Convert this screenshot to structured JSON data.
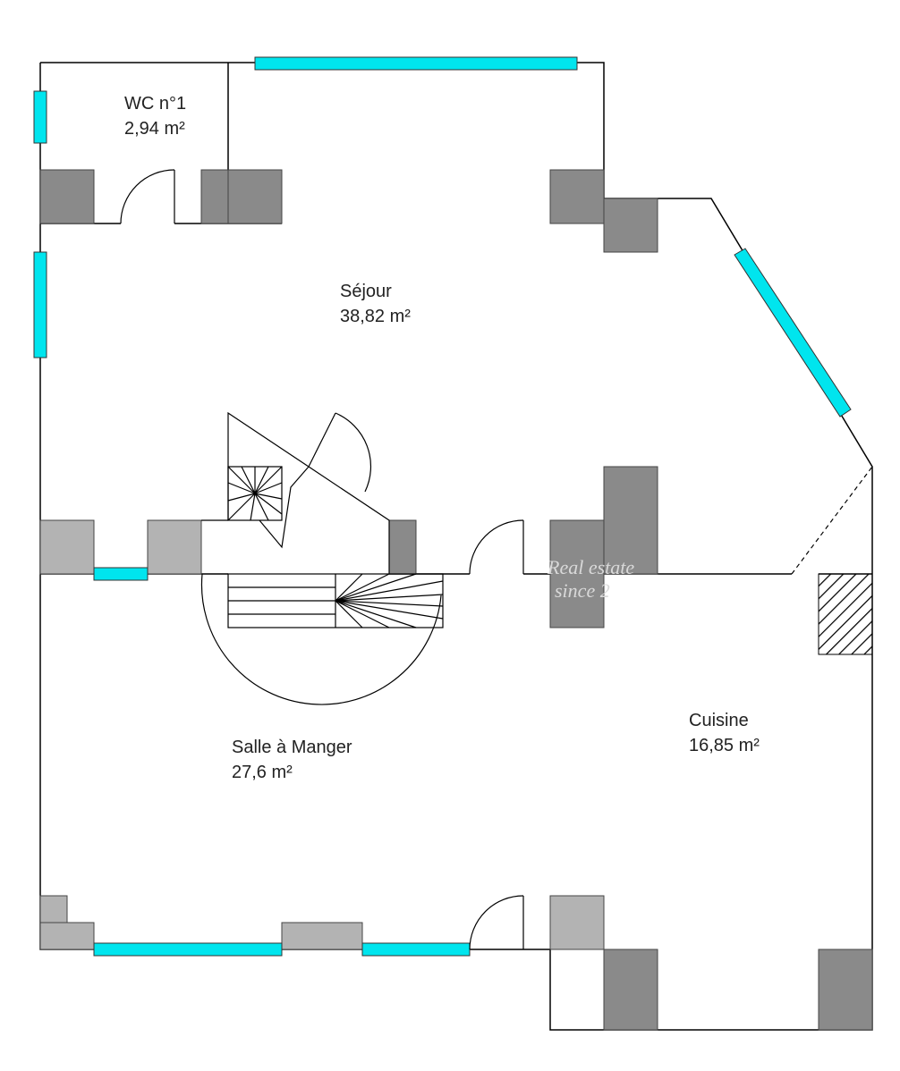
{
  "rooms": {
    "wc": {
      "name": "WC n°1",
      "area": "2,94  m²"
    },
    "sejour": {
      "name": "Séjour",
      "area": "38,82  m²"
    },
    "salle_a_manger": {
      "name": "Salle à Manger",
      "area": "27,6  m²"
    },
    "cuisine": {
      "name": "Cuisine",
      "area": "16,85  m²"
    }
  },
  "watermark": {
    "line1": "Real estate",
    "line2": "since 2"
  },
  "colors": {
    "wall": "#000000",
    "window": "#00e5ee",
    "pillar_dark": "#8a8a8a",
    "pillar_light": "#b3b3b3",
    "background": "#ffffff"
  }
}
